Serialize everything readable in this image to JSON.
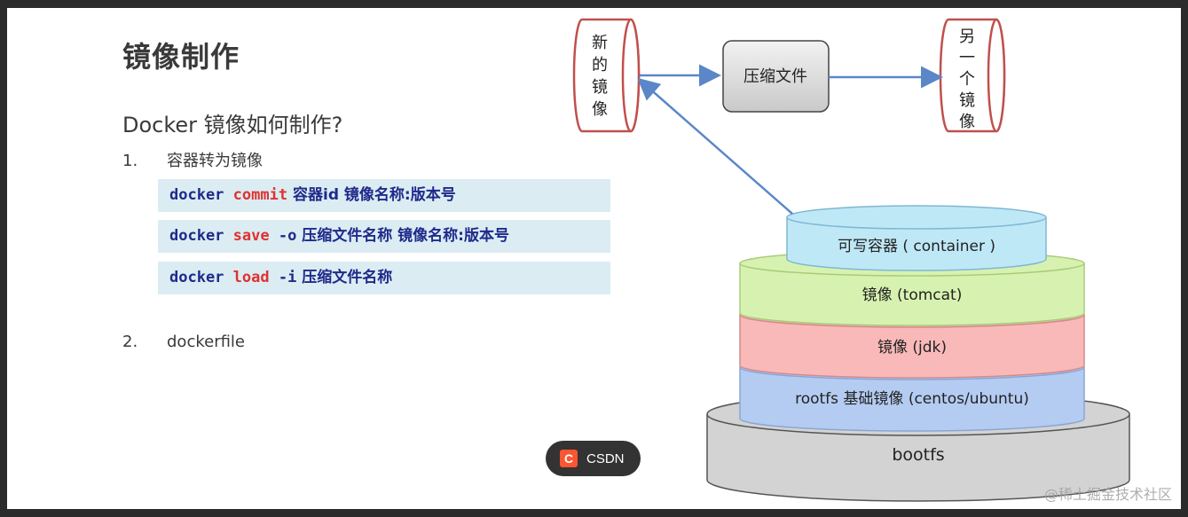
{
  "slide": {
    "title": "镜像制作",
    "subtitle": "Docker 镜像如何制作?",
    "items": [
      {
        "num": "1.",
        "text": "容器转为镜像"
      },
      {
        "num": "2.",
        "text": "dockerfile"
      }
    ],
    "commands": [
      {
        "cmd": "docker",
        "sub": "commit",
        "flag": "",
        "arg": " 容器id 镜像名称:版本号"
      },
      {
        "cmd": "docker",
        "sub": "save",
        "flag": " -o",
        "arg": " 压缩文件名称 镜像名称:版本号"
      },
      {
        "cmd": "docker",
        "sub": "load",
        "flag": " -i",
        "arg": " 压缩文件名称"
      }
    ]
  },
  "diagram": {
    "new_image": [
      "新",
      "的",
      "镜",
      "像"
    ],
    "compressed_file": "压缩文件",
    "another_image": [
      "另",
      "一",
      "个",
      "镜",
      "像"
    ],
    "layers": {
      "container": "可写容器 ( container )",
      "tomcat": "镜像 (tomcat)",
      "jdk": "镜像 (jdk)",
      "rootfs": "rootfs 基础镜像 (centos/ubuntu)",
      "bootfs": "bootfs"
    },
    "colors": {
      "container": "#bfe8f7",
      "tomcat": "#d7f2b0",
      "jdk": "#f9b9b9",
      "rootfs": "#b4ccf2",
      "bootfs": "#d3d3d3",
      "arrow": "#5b87c9",
      "cylinder_stroke": "#c0504d"
    }
  },
  "badge": {
    "logo": "C",
    "label": "CSDN"
  },
  "watermark": "@稀土掘金技术社区"
}
